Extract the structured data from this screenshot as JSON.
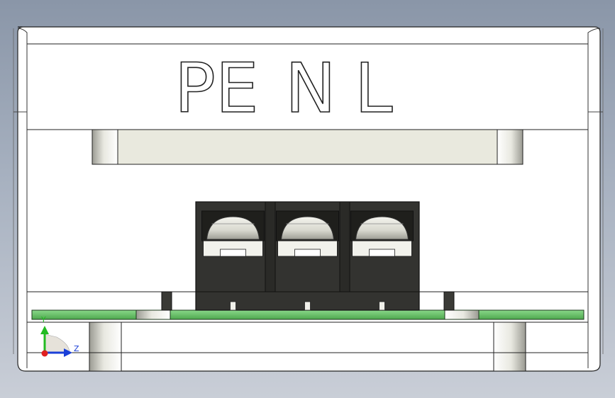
{
  "model": {
    "terminal_labels": [
      "PE",
      "N",
      "L"
    ],
    "terminal_count": 3
  },
  "triad": {
    "y_label": "Y",
    "z_label": "Z"
  },
  "colors": {
    "background_top": "#8a96a8",
    "background_bottom": "#c9ced7",
    "housing": "#ffffff",
    "outline": "#222222",
    "window": "#e9e9de",
    "terminal_block": "#333330",
    "pcb": "#6cc46c",
    "axis_x": "#e02020",
    "axis_y": "#22bb22",
    "axis_z": "#1a3fd8"
  }
}
